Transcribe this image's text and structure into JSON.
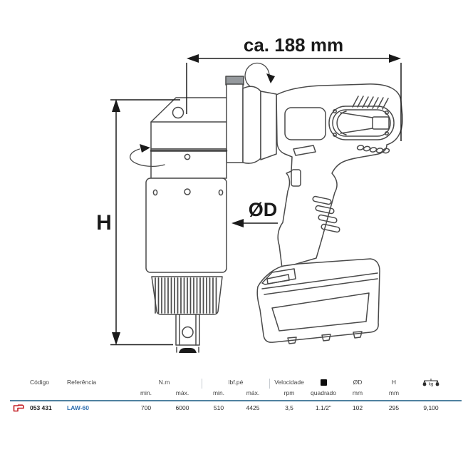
{
  "drawing": {
    "width_dim": "ca. 188 mm",
    "height_dim": "H",
    "diameter_dim": "ØD"
  },
  "table": {
    "group_headers": {
      "nm": "N.m",
      "lbfpe": "lbf.pé",
      "velocidade": "Velocidade",
      "quadrado_label": "quadrado"
    },
    "headers": {
      "codigo": "Código",
      "referencia": "Referência",
      "min": "min.",
      "max": "máx.",
      "rpm": "rpm",
      "mm": "mm",
      "diameter": "ØD",
      "height": "H"
    },
    "icons": {
      "square_drive_icon": "black-square",
      "weight_icon": "scale-kg",
      "row_icon": "red-tool-mark"
    },
    "row": {
      "codigo": "053 431",
      "referencia": "LAW-60",
      "nm_min": "700",
      "nm_max": "6000",
      "lbf_min": "510",
      "lbf_max": "4425",
      "rpm": "3,5",
      "square_drive": "1.1/2\"",
      "diameter_mm": "102",
      "height_mm": "295",
      "weight_g": "9,100"
    }
  },
  "colors": {
    "accent_rule_blue": "#4f819f",
    "reference_link_blue": "#2e6fb0",
    "brand_red": "#c42127",
    "line_art_gray": "#4a4a4a"
  }
}
